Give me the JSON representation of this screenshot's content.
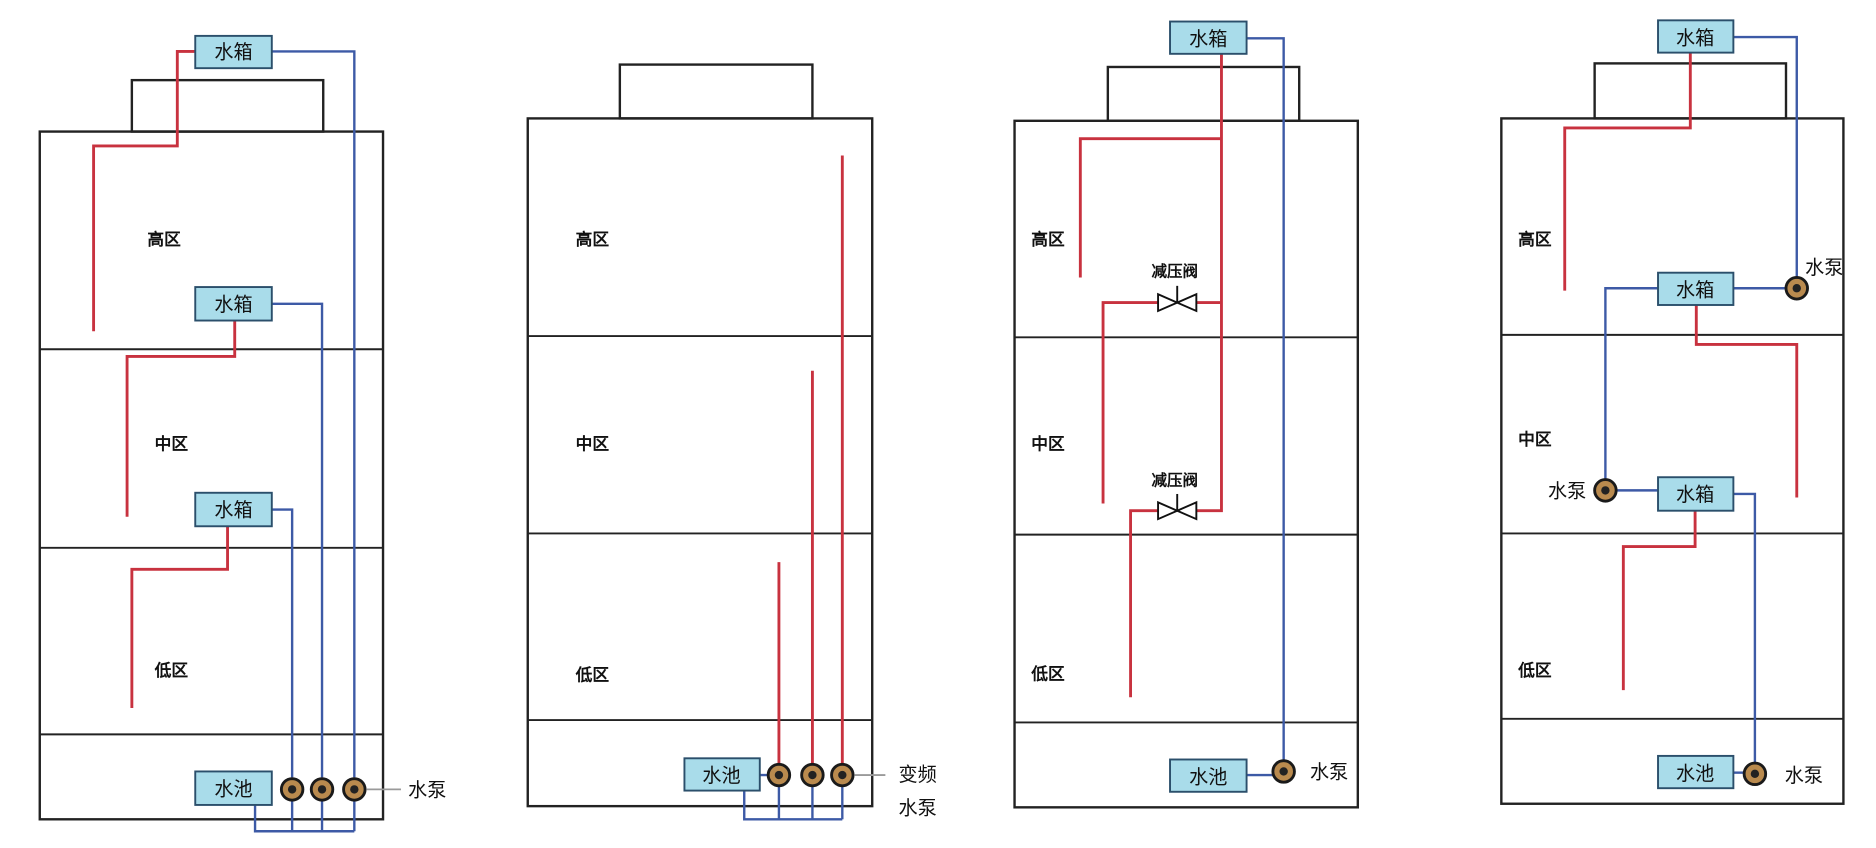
{
  "diagrams": [
    {
      "zones": {
        "high": "高区",
        "mid": "中区",
        "low": "低区"
      },
      "tanks": [
        "水箱",
        "水箱",
        "水箱"
      ],
      "pool": "水池",
      "pump_label": "水泵"
    },
    {
      "zones": {
        "high": "高区",
        "mid": "中区",
        "low": "低区"
      },
      "pool": "水池",
      "pump_label_lines": [
        "变频",
        "水泵"
      ]
    },
    {
      "zones": {
        "high": "高区",
        "mid": "中区",
        "low": "低区"
      },
      "tanks": [
        "水箱"
      ],
      "valves": [
        "减压阀",
        "减压阀"
      ],
      "pool": "水池",
      "pump_label": "水泵"
    },
    {
      "zones": {
        "high": "高区",
        "mid": "中区",
        "low": "低区"
      },
      "tanks": [
        "水箱",
        "水箱",
        "水箱"
      ],
      "pool": "水池",
      "pump_labels": [
        "水泵",
        "水泵",
        "水泵"
      ]
    }
  ],
  "colors": {
    "supply_pipe": "#c8323f",
    "pump_pipe": "#3d5aa6",
    "tank_fill": "#a9dcea"
  }
}
